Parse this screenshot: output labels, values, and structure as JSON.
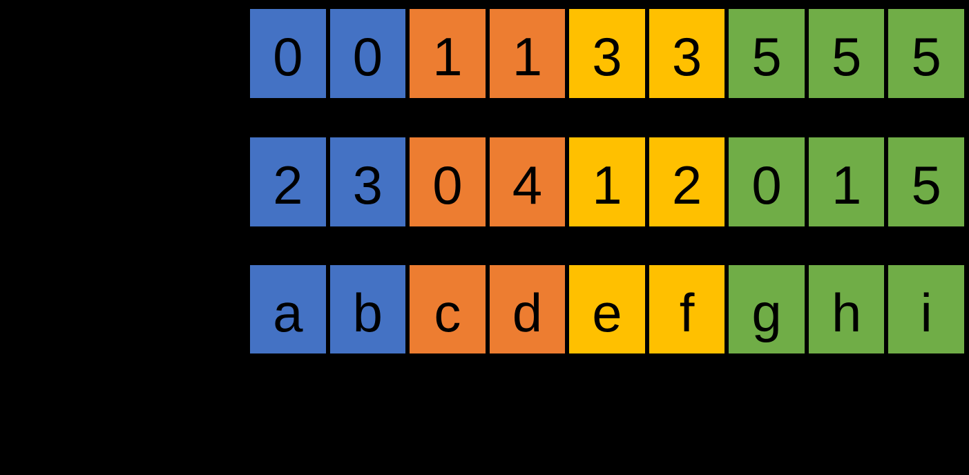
{
  "background": "#000000",
  "palette": {
    "blue": "#4472C4",
    "orange": "#ED7D31",
    "yellow": "#FFC000",
    "green": "#70AD47",
    "cell_text": "#000000"
  },
  "diagram": {
    "rows": [
      {
        "cells": [
          {
            "label": "0",
            "color": "blue"
          },
          {
            "label": "0",
            "color": "blue"
          },
          {
            "label": "1",
            "color": "orange"
          },
          {
            "label": "1",
            "color": "orange"
          },
          {
            "label": "3",
            "color": "yellow"
          },
          {
            "label": "3",
            "color": "yellow"
          },
          {
            "label": "5",
            "color": "green"
          },
          {
            "label": "5",
            "color": "green"
          },
          {
            "label": "5",
            "color": "green"
          }
        ]
      },
      {
        "cells": [
          {
            "label": "2",
            "color": "blue"
          },
          {
            "label": "3",
            "color": "blue"
          },
          {
            "label": "0",
            "color": "orange"
          },
          {
            "label": "4",
            "color": "orange"
          },
          {
            "label": "1",
            "color": "yellow"
          },
          {
            "label": "2",
            "color": "yellow"
          },
          {
            "label": "0",
            "color": "green"
          },
          {
            "label": "1",
            "color": "green"
          },
          {
            "label": "5",
            "color": "green"
          }
        ]
      },
      {
        "cells": [
          {
            "label": "a",
            "color": "blue"
          },
          {
            "label": "b",
            "color": "blue"
          },
          {
            "label": "c",
            "color": "orange"
          },
          {
            "label": "d",
            "color": "orange"
          },
          {
            "label": "e",
            "color": "yellow"
          },
          {
            "label": "f",
            "color": "yellow"
          },
          {
            "label": "g",
            "color": "green"
          },
          {
            "label": "h",
            "color": "green"
          },
          {
            "label": "i",
            "color": "green"
          }
        ]
      }
    ]
  }
}
